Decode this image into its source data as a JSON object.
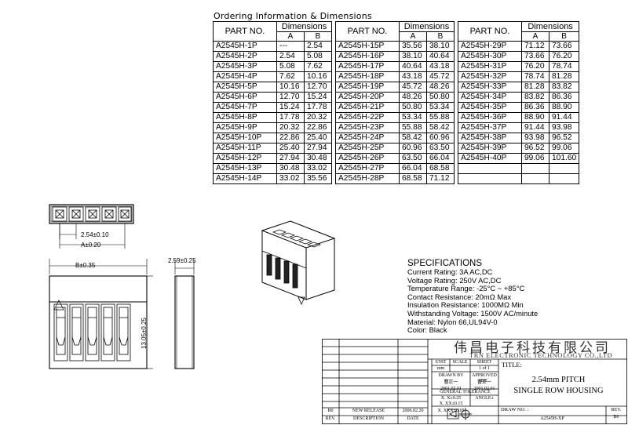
{
  "ordering": {
    "title": "Ordering Information & Dimensions",
    "col_part": "PART NO.",
    "col_dims": "Dimensions",
    "col_a": "A",
    "col_b": "B",
    "groups": [
      [
        [
          "A2545H-1P",
          "---",
          "2.54"
        ],
        [
          "A2545H-2P",
          "2.54",
          "5.08"
        ],
        [
          "A2545H-3P",
          "5.08",
          "7.62"
        ],
        [
          "A2545H-4P",
          "7.62",
          "10.16"
        ],
        [
          "A2545H-5P",
          "10.16",
          "12.70"
        ],
        [
          "A2545H-6P",
          "12.70",
          "15.24"
        ],
        [
          "A2545H-7P",
          "15.24",
          "17.78"
        ],
        [
          "A2545H-8P",
          "17.78",
          "20.32"
        ],
        [
          "A2545H-9P",
          "20.32",
          "22.86"
        ],
        [
          "A2545H-10P",
          "22.86",
          "25.40"
        ],
        [
          "A2545H-11P",
          "25.40",
          "27.94"
        ],
        [
          "A2545H-12P",
          "27.94",
          "30.48"
        ],
        [
          "A2545H-13P",
          "30.48",
          "33.02"
        ],
        [
          "A2545H-14P",
          "33.02",
          "35.56"
        ]
      ],
      [
        [
          "A2545H-15P",
          "35.56",
          "38.10"
        ],
        [
          "A2545H-16P",
          "38.10",
          "40.64"
        ],
        [
          "A2545H-17P",
          "40.64",
          "43.18"
        ],
        [
          "A2545H-18P",
          "43.18",
          "45.72"
        ],
        [
          "A2545H-19P",
          "45.72",
          "48.26"
        ],
        [
          "A2545H-20P",
          "48.26",
          "50.80"
        ],
        [
          "A2545H-21P",
          "50.80",
          "53.34"
        ],
        [
          "A2545H-22P",
          "53.34",
          "55.88"
        ],
        [
          "A2545H-23P",
          "55.88",
          "58.42"
        ],
        [
          "A2545H-24P",
          "58.42",
          "60.96"
        ],
        [
          "A2545H-25P",
          "60.96",
          "63.50"
        ],
        [
          "A2545H-26P",
          "63.50",
          "66.04"
        ],
        [
          "A2545H-27P",
          "66.04",
          "68.58"
        ],
        [
          "A2545H-28P",
          "68.58",
          "71.12"
        ]
      ],
      [
        [
          "A2545H-29P",
          "71.12",
          "73.66"
        ],
        [
          "A2545H-30P",
          "73.66",
          "76.20"
        ],
        [
          "A2545H-31P",
          "76.20",
          "78.74"
        ],
        [
          "A2545H-32P",
          "78.74",
          "81.28"
        ],
        [
          "A2545H-33P",
          "81.28",
          "83.82"
        ],
        [
          "A2545H-34P",
          "83.82",
          "86.36"
        ],
        [
          "A2545H-35P",
          "86.36",
          "88.90"
        ],
        [
          "A2545H-36P",
          "88.90",
          "91.44"
        ],
        [
          "A2545H-37P",
          "91.44",
          "93.98"
        ],
        [
          "A2545H-38P",
          "93.98",
          "96.52"
        ],
        [
          "A2545H-39P",
          "96.52",
          "99.06"
        ],
        [
          "A2545H-40P",
          "99.06",
          "101.60"
        ],
        [
          "",
          "",
          " "
        ],
        [
          "",
          "",
          ""
        ]
      ]
    ]
  },
  "dims": {
    "pitch": "2.54±0.10",
    "a": "A±0.20",
    "b": "B±0.35",
    "thickness": "2.59±0.25",
    "height": "13.05±0.25"
  },
  "specs": {
    "title": "SPECIFICATIONS",
    "lines": [
      "Current Rating: 3A AC,DC",
      "Voltage Rating: 250V AC,DC",
      "Temperature Range: -25°C ~ +85°C",
      "Contact Resistance: 20mΩ Max",
      "Insulation Resistance: 1000MΩ Min",
      "Withstanding Voltage: 1500V AC/minute",
      "Material: Nylon 66,UL94V-0",
      "Color: Black"
    ]
  },
  "title_block": {
    "company_cn": "伟昌电子科技有限公司",
    "company_en": "TRN ELECTRONIC TECHNOLOGY CO.,LTD",
    "unit_label": "UNIT",
    "unit_value": "mm",
    "scale_label": "SCALE",
    "sheet_label": "SHEET",
    "sheet_value": "1 of 1",
    "title_label": "TITLE:",
    "title_line1": "2.54mm PITCH",
    "title_line2": "SINGLE ROW HOUSING",
    "drawn_by": "DRAWN BY",
    "approved_by": "APPROVED BY",
    "drawn_name": "曹正一",
    "approved_name": "曹正一",
    "drawn_date": "2001.02.01",
    "approved_date": "2001.02.01",
    "general_tolerance": "GENERAL TOLERANCE",
    "tol_x": "X. X±0.25",
    "tol_angle": "ANGLE±",
    "tol_xx": "X. XX±0.15",
    "tol_xxx": "X. XXX±0.05",
    "rev_code": "B0",
    "rev_desc": "NEW RELEASE",
    "rev_date": "2006.02.20",
    "rev_col": "REV.",
    "desc_col": "DESCRIPTION",
    "date_col": "DATE",
    "draw_no_label": "DRAW NO. :",
    "draw_no": "A2545H-XP",
    "rev_label": "REV.",
    "rev_value": "B0"
  }
}
